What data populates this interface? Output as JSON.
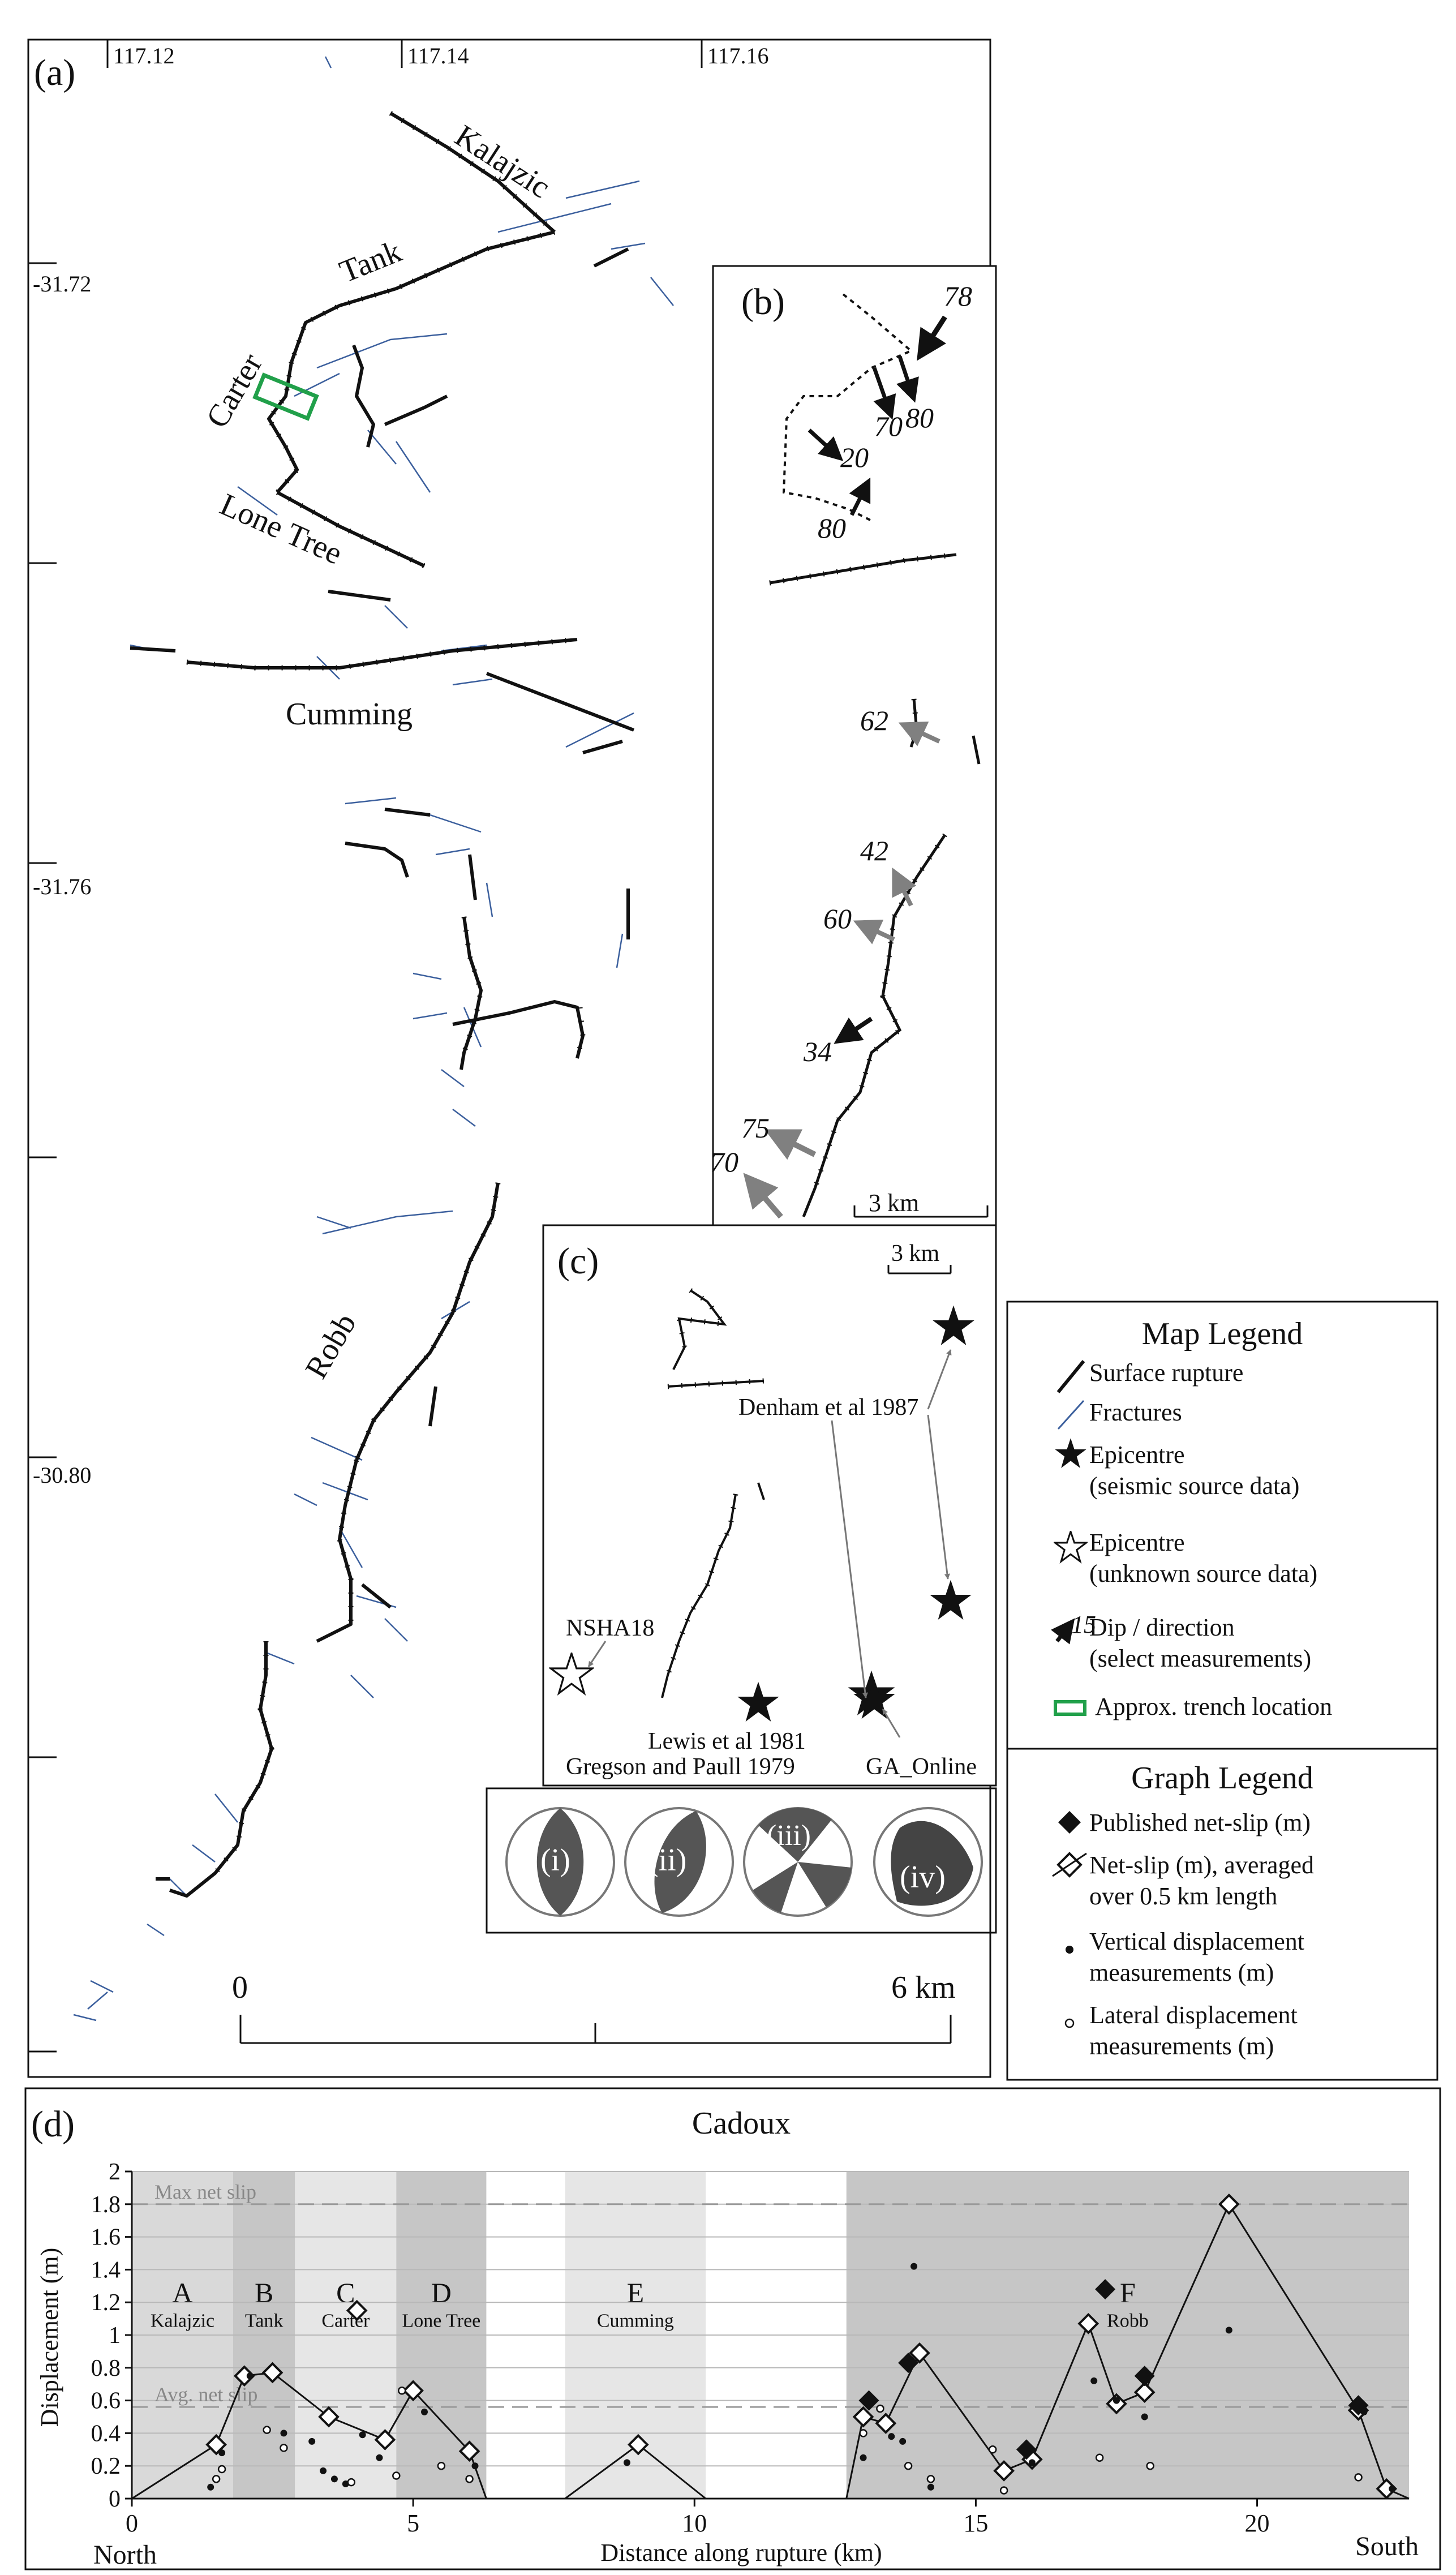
{
  "panel_a": {
    "label": "(a)",
    "lon_ticks": [
      "117.12",
      "117.14",
      "117.16"
    ],
    "lat_ticks": [
      "-31.72",
      "-31.76",
      "-30.80"
    ],
    "fault_names": [
      "Kalajzic",
      "Tank",
      "Carter",
      "Lone Tree",
      "Cumming",
      "Robb"
    ],
    "scale": {
      "start": "0",
      "end": "6 km"
    }
  },
  "panel_b": {
    "label": "(b)",
    "dips": [
      "78",
      "70",
      "80",
      "20",
      "80",
      "62",
      "42",
      "60",
      "34",
      "75",
      "70"
    ],
    "scale": "3 km"
  },
  "panel_c": {
    "label": "(c)",
    "scale": "3 km",
    "labels": [
      "Denham et al 1987",
      "NSHA18",
      "Lewis et al 1981",
      "Gregson and Paull 1979",
      "GA_Online"
    ],
    "beachballs": [
      "(i)",
      "(ii)",
      "(iii)",
      "(iv)"
    ]
  },
  "map_legend": {
    "title": "Map Legend",
    "items": [
      {
        "label": "Surface rupture",
        "icon": "line-black"
      },
      {
        "label": "Fractures",
        "icon": "line-blue"
      },
      {
        "label": "Epicentre",
        "sub": "(seismic source data)",
        "icon": "star-filled"
      },
      {
        "label": "Epicentre",
        "sub": "(unknown source data)",
        "icon": "star-open"
      },
      {
        "label": "Dip / direction",
        "sub": "(select measurements)",
        "icon": "dip-arrow",
        "num": "15"
      },
      {
        "label": "Approx. trench location",
        "icon": "green-rect"
      }
    ]
  },
  "graph_legend": {
    "title": "Graph Legend",
    "items": [
      {
        "label": "Published net-slip (m)",
        "icon": "diamond-filled"
      },
      {
        "label": "Net-slip (m), averaged",
        "sub": "over 0.5 km length",
        "icon": "diamond-open"
      },
      {
        "label": "Vertical displacement",
        "sub": "measurements (m)",
        "icon": "dot-filled"
      },
      {
        "label": "Lateral displacement",
        "sub": "measurements (m)",
        "icon": "dot-open"
      }
    ]
  },
  "panel_d": {
    "label": "(d)",
    "title": "Cadoux",
    "ylabel": "Displacement (m)",
    "xlabel": "Distance along rupture (km)",
    "north": "North",
    "south": "South",
    "max_label": "Max net slip",
    "avg_label": "Avg. net slip",
    "max_value": 1.8,
    "avg_value": 0.56,
    "xlim": [
      0,
      22.7
    ],
    "ylim": [
      0,
      2
    ],
    "xticks": [
      "0",
      "5",
      "10",
      "15",
      "20"
    ],
    "yticks": [
      "0",
      "0.2",
      "0.4",
      "0.6",
      "0.8",
      "1",
      "1.2",
      "1.4",
      "1.6",
      "1.8",
      "2"
    ],
    "segments": [
      {
        "letter": "A",
        "name": "Kalajzic",
        "start": 0,
        "end": 1.8,
        "shade": "#d9d9d9"
      },
      {
        "letter": "B",
        "name": "Tank",
        "start": 1.8,
        "end": 2.9,
        "shade": "#c6c6c6"
      },
      {
        "letter": "C",
        "name": "Carter",
        "start": 2.9,
        "end": 4.7,
        "shade": "#e6e6e6"
      },
      {
        "letter": "D",
        "name": "Lone Tree",
        "start": 4.7,
        "end": 6.3,
        "shade": "#c6c6c6"
      },
      {
        "letter": "E",
        "name": "Cumming",
        "start": 7.7,
        "end": 10.2,
        "shade": "#e6e6e6"
      },
      {
        "letter": "F",
        "name": "Robb",
        "start": 12.7,
        "end": 22.7,
        "shade": "#c6c6c6"
      }
    ]
  },
  "chart_data": {
    "type": "line",
    "title": "Cadoux",
    "xlabel": "Distance along rupture (km)",
    "ylabel": "Displacement (m)",
    "xlim": [
      0,
      22.7
    ],
    "ylim": [
      0,
      2
    ],
    "series": [
      {
        "name": "Net-slip (m), averaged over 0.5 km length",
        "style": "line+open-diamond",
        "lines": [
          [
            [
              0,
              0
            ],
            [
              1.5,
              0.33
            ],
            [
              2.0,
              0.75
            ],
            [
              2.5,
              0.77
            ],
            [
              3.5,
              0.5
            ],
            [
              4.5,
              0.36
            ],
            [
              5.0,
              0.66
            ],
            [
              6.0,
              0.29
            ],
            [
              6.3,
              0
            ]
          ],
          [
            [
              7.7,
              0
            ],
            [
              9.0,
              0.33
            ],
            [
              10.2,
              0
            ]
          ],
          [
            [
              12.7,
              0
            ],
            [
              13.0,
              0.5
            ],
            [
              13.4,
              0.46
            ],
            [
              14.0,
              0.89
            ],
            [
              15.5,
              0.17
            ],
            [
              16.0,
              0.24
            ],
            [
              17.0,
              1.07
            ],
            [
              17.5,
              0.58
            ],
            [
              18.0,
              0.65
            ],
            [
              19.5,
              1.8
            ],
            [
              21.8,
              0.54
            ],
            [
              22.3,
              0.06
            ],
            [
              22.7,
              0
            ]
          ]
        ],
        "extra_points": [
          [
            4.0,
            1.15
          ]
        ]
      },
      {
        "name": "Published net-slip (m)",
        "style": "filled-diamond",
        "points": [
          [
            13.1,
            0.6
          ],
          [
            13.8,
            0.83
          ],
          [
            15.9,
            0.3
          ],
          [
            17.3,
            1.28
          ],
          [
            18.0,
            0.75
          ],
          [
            21.8,
            0.57
          ]
        ]
      },
      {
        "name": "Vertical displacement measurements (m)",
        "style": "filled-dot",
        "points": [
          [
            1.4,
            0.07
          ],
          [
            1.6,
            0.28
          ],
          [
            2.1,
            0.75
          ],
          [
            2.7,
            0.4
          ],
          [
            3.2,
            0.35
          ],
          [
            3.4,
            0.17
          ],
          [
            3.6,
            0.12
          ],
          [
            3.8,
            0.09
          ],
          [
            4.1,
            0.39
          ],
          [
            4.4,
            0.25
          ],
          [
            5.2,
            0.53
          ],
          [
            6.1,
            0.2
          ],
          [
            8.8,
            0.22
          ],
          [
            13.0,
            0.25
          ],
          [
            13.5,
            0.38
          ],
          [
            13.7,
            0.35
          ],
          [
            13.9,
            1.42
          ],
          [
            14.2,
            0.07
          ],
          [
            16.0,
            0.22
          ],
          [
            17.1,
            0.72
          ],
          [
            17.5,
            0.6
          ],
          [
            18.0,
            0.5
          ],
          [
            19.5,
            1.03
          ],
          [
            21.9,
            0.53
          ],
          [
            22.4,
            0.06
          ]
        ]
      },
      {
        "name": "Lateral displacement measurements (m)",
        "style": "open-dot",
        "points": [
          [
            1.5,
            0.12
          ],
          [
            1.6,
            0.18
          ],
          [
            2.4,
            0.42
          ],
          [
            2.7,
            0.31
          ],
          [
            3.9,
            0.1
          ],
          [
            4.7,
            0.14
          ],
          [
            4.8,
            0.66
          ],
          [
            5.5,
            0.2
          ],
          [
            6.0,
            0.12
          ],
          [
            13.0,
            0.4
          ],
          [
            13.3,
            0.55
          ],
          [
            13.8,
            0.2
          ],
          [
            14.2,
            0.12
          ],
          [
            15.3,
            0.3
          ],
          [
            15.5,
            0.05
          ],
          [
            17.2,
            0.25
          ],
          [
            18.1,
            0.2
          ],
          [
            21.8,
            0.13
          ]
        ]
      }
    ]
  }
}
